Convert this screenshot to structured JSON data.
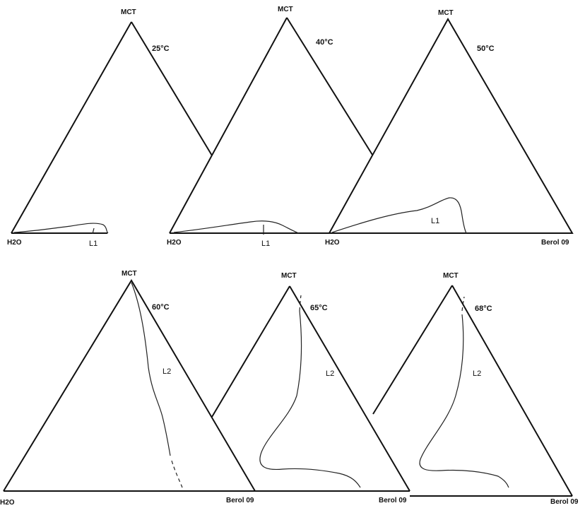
{
  "vertices": {
    "top": "MCT",
    "left": "H2O",
    "right": "Berol 09"
  },
  "panels": [
    {
      "id": "p25",
      "temperature": "25°C",
      "region": "L1",
      "show_left": true,
      "show_right": false
    },
    {
      "id": "p40",
      "temperature": "40°C",
      "region": "L1",
      "show_left": true,
      "show_right": false
    },
    {
      "id": "p50",
      "temperature": "50°C",
      "region": "L1",
      "show_left": true,
      "show_right": true
    },
    {
      "id": "p60",
      "temperature": "60°C",
      "region": "L2",
      "show_left": true,
      "show_right": true
    },
    {
      "id": "p65",
      "temperature": "65°C",
      "region": "L2",
      "show_left": false,
      "show_right": true
    },
    {
      "id": "p68",
      "temperature": "68°C",
      "region": "L2",
      "show_left": false,
      "show_right": true
    }
  ]
}
